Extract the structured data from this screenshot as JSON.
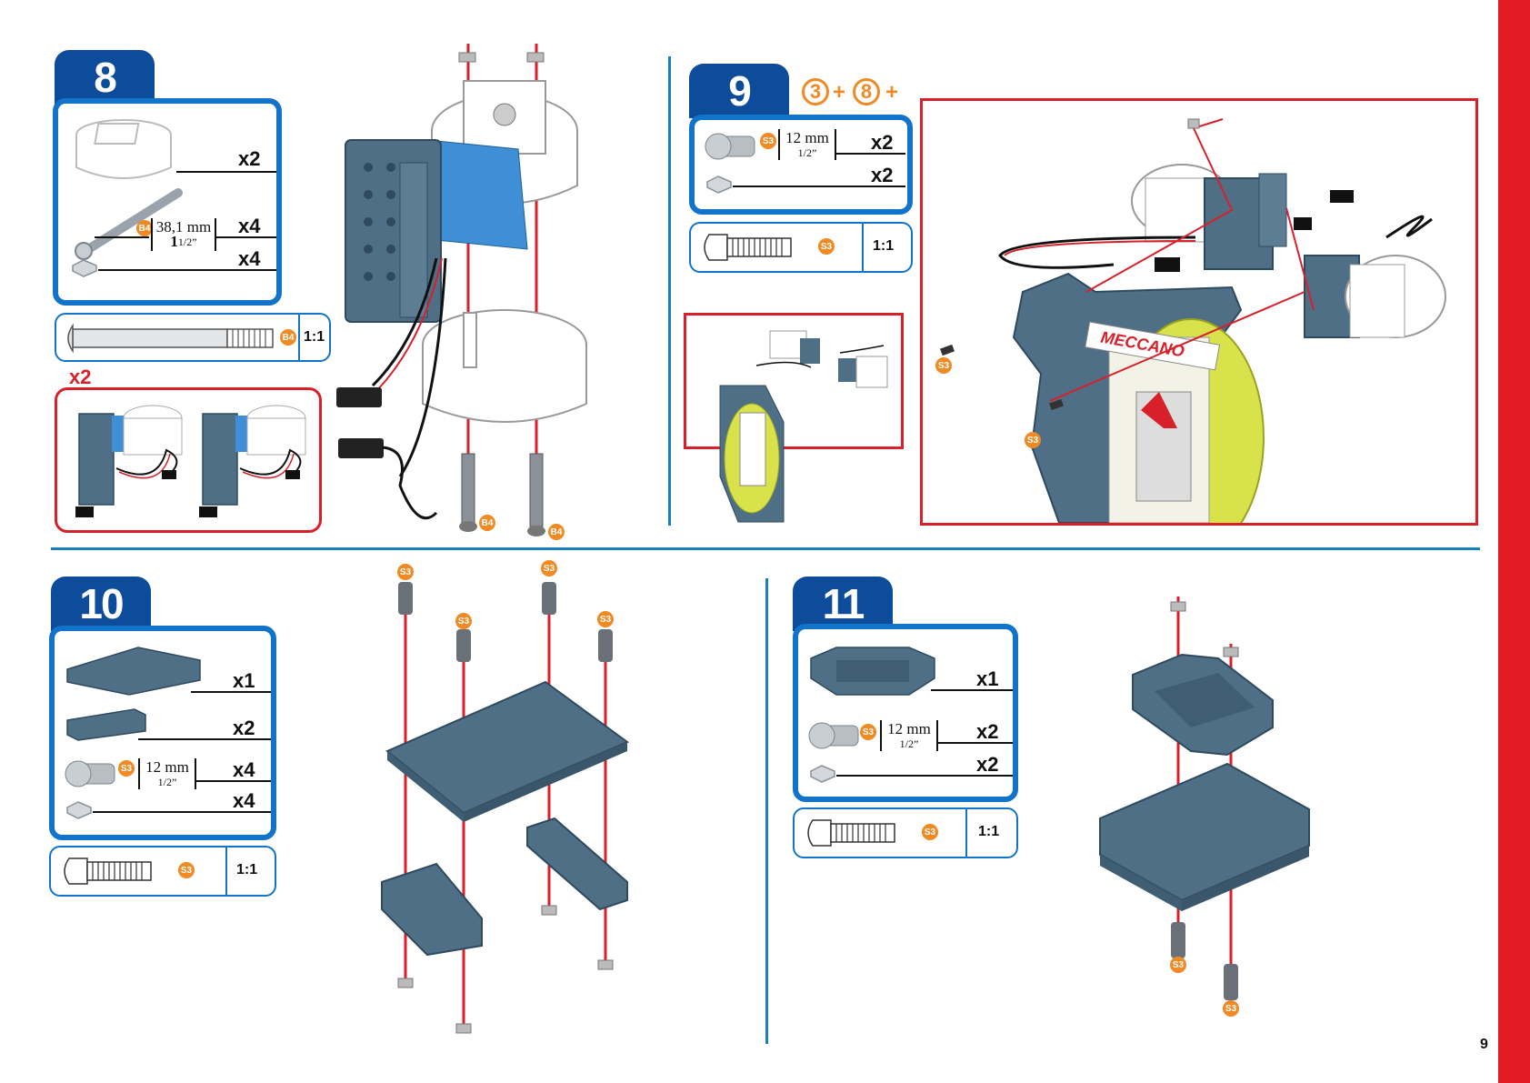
{
  "page_number": "9",
  "steps": {
    "s8": {
      "number": "8",
      "qty_servo": "x2",
      "bolt_badge": "B4",
      "bolt_len_mm": "38,1 mm",
      "bolt_len_in_whole": "1",
      "bolt_len_in_frac": "1/2”",
      "qty_bolt": "x4",
      "qty_nut": "x4",
      "scale_badge": "B4",
      "scale_ratio": "1:1",
      "repeat": "x2",
      "bolt_label_left": "B4",
      "bolt_label_right": "B4"
    },
    "s9": {
      "number": "9",
      "ref_a": "3",
      "ref_b": "8",
      "plus": "+",
      "screw_badge": "S3",
      "screw_len_mm": "12 mm",
      "screw_len_in": "1/2”",
      "qty_screw": "x2",
      "qty_nut": "x2",
      "scale_badge": "S3",
      "scale_ratio": "1:1",
      "brand_label": "MECCANO",
      "screw_label_a": "S3",
      "screw_label_b": "S3"
    },
    "s10": {
      "number": "10",
      "qty_plate": "x1",
      "qty_bracket": "x2",
      "screw_badge": "S3",
      "screw_len_mm": "12 mm",
      "screw_len_in": "1/2”",
      "qty_screw": "x4",
      "qty_nut": "x4",
      "scale_badge": "S3",
      "scale_ratio": "1:1",
      "screw_labels": [
        "S3",
        "S3",
        "S3",
        "S3"
      ]
    },
    "s11": {
      "number": "11",
      "qty_bracket": "x1",
      "screw_badge": "S3",
      "screw_len_mm": "12 mm",
      "screw_len_in": "1/2”",
      "qty_screw": "x2",
      "qty_nut": "x2",
      "scale_badge": "S3",
      "scale_ratio": "1:1",
      "screw_labels": [
        "S3",
        "S3"
      ]
    }
  },
  "colors": {
    "accent_blue": "#1173c9",
    "tab_blue": "#0d4c9a",
    "red": "#d8202a",
    "orange": "#f08a24",
    "part_blue": "#4f6f87"
  }
}
